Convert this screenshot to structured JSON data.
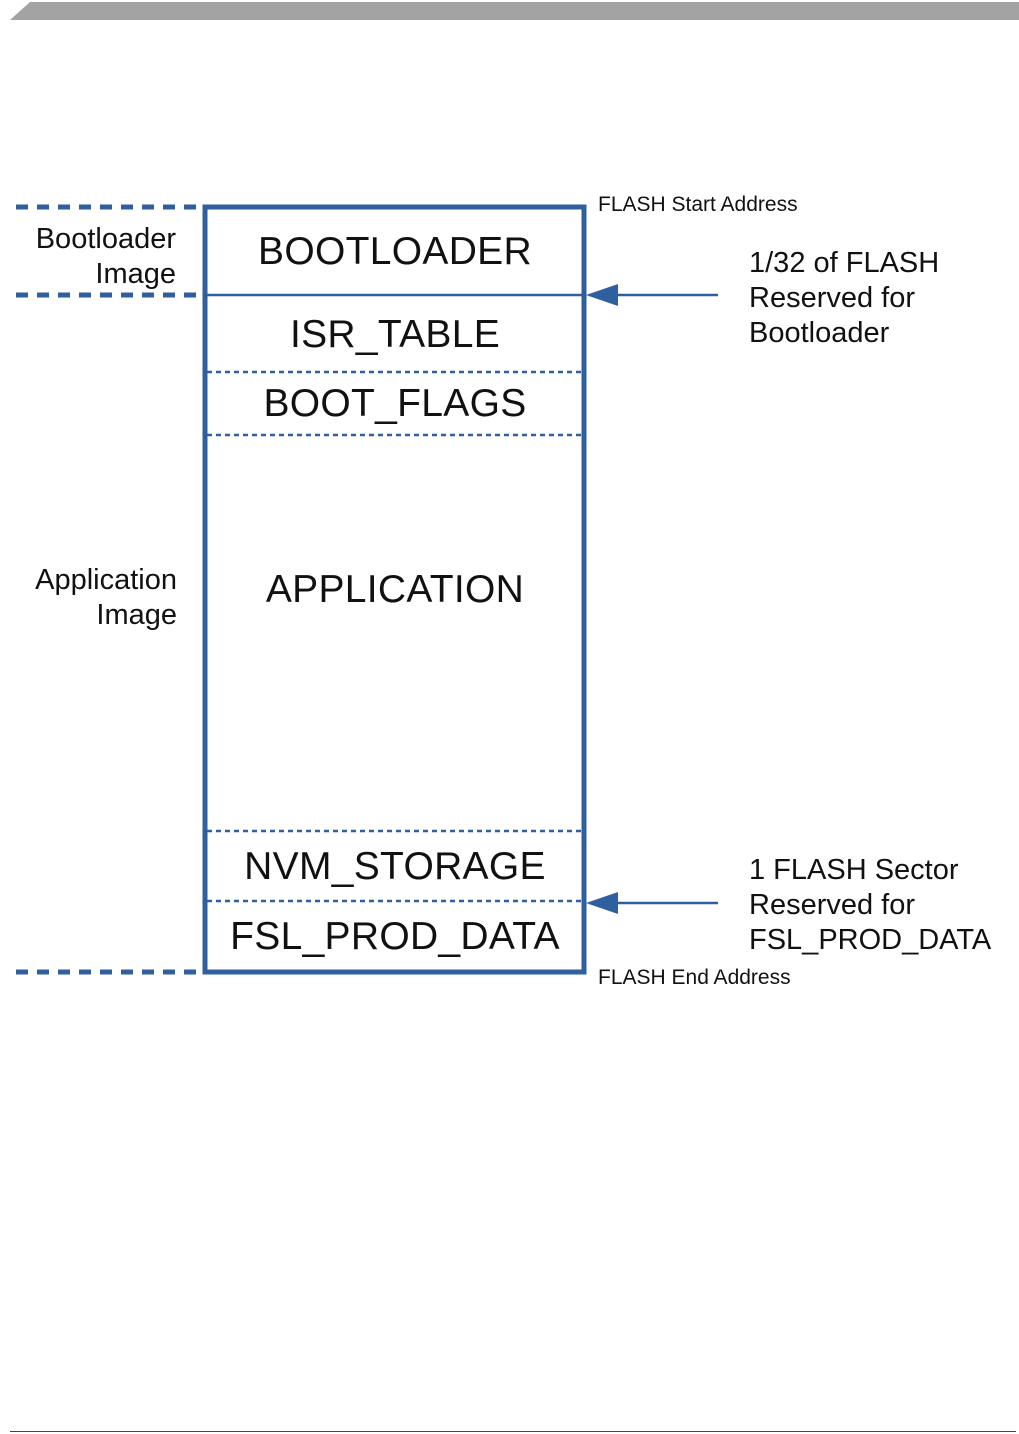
{
  "colors": {
    "frame": "#2f5f9f",
    "banner": "#a3a3a3",
    "text": "#111111"
  },
  "side_labels": {
    "bootloader_image": [
      "Bootloader",
      "Image"
    ],
    "application_image": [
      "Application",
      "Image"
    ]
  },
  "regions": [
    "BOOTLOADER",
    "ISR_TABLE",
    "BOOT_FLAGS",
    "APPLICATION",
    "NVM_STORAGE",
    "FSL_PROD_DATA"
  ],
  "addresses": {
    "start": "FLASH Start Address",
    "end": "FLASH End Address"
  },
  "notes": {
    "bootloader_reserved": [
      "1/32 of FLASH",
      "Reserved for",
      "Bootloader"
    ],
    "sector_reserved": [
      "1 FLASH Sector",
      "Reserved for",
      "FSL_PROD_DATA"
    ]
  }
}
